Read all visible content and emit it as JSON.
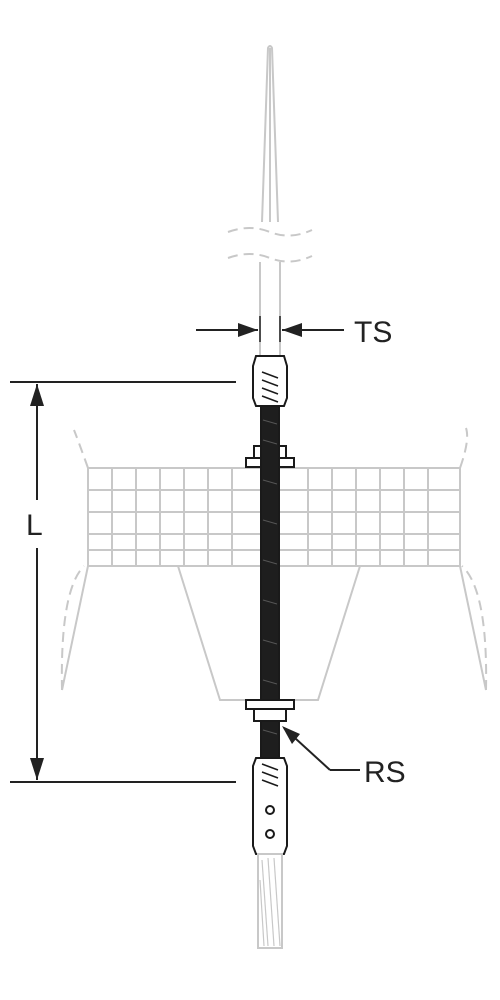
{
  "diagram": {
    "labels": {
      "ts": "TS",
      "length": "L",
      "rs": "RS"
    },
    "colors": {
      "ink": "#1a1a1a",
      "light_line": "#c8c8c8",
      "rod_fill": "#1e1e1e",
      "dim_line": "#222222"
    }
  }
}
